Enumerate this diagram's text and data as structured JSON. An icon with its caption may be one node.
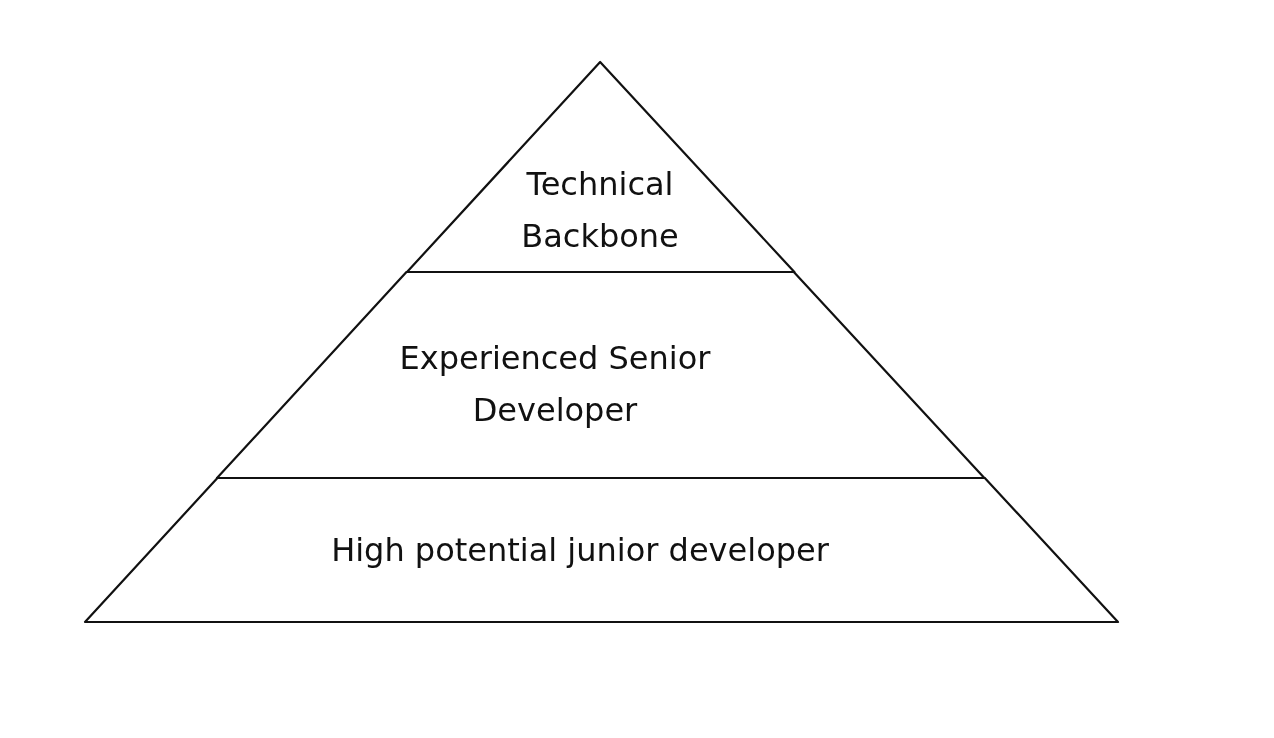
{
  "diagram": {
    "nodes": [
      {
        "text": [
          "Technical Backbone"
        ]
      },
      {
        "text": [
          "Experienced Senior Developer"
        ]
      },
      {
        "text": [
          "High potential junior developer"
        ]
      }
    ]
  }
}
